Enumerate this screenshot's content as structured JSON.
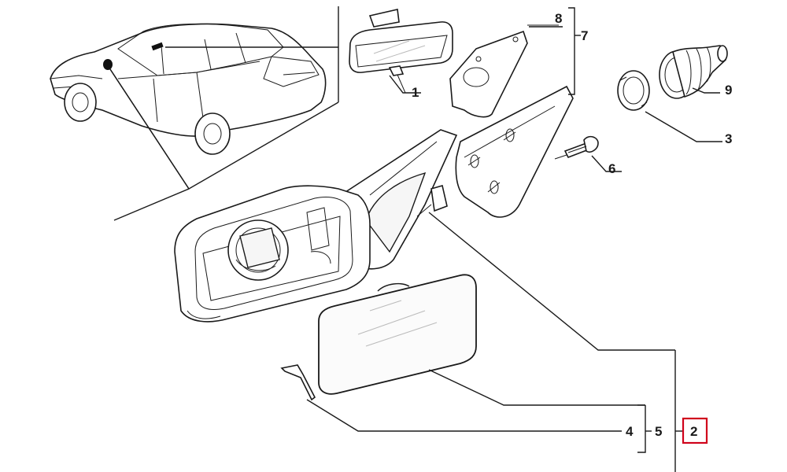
{
  "callouts": {
    "c1": "1",
    "c2": "2",
    "c3": "3",
    "c4": "4",
    "c5": "5",
    "c6": "6",
    "c7": "7",
    "c8": "8",
    "c9": "9"
  },
  "highlight": {
    "part": "2",
    "color": "#d0021b"
  },
  "icons": [
    "car-overview-illustration",
    "interior-mirror",
    "exterior-mirror-assembly"
  ]
}
